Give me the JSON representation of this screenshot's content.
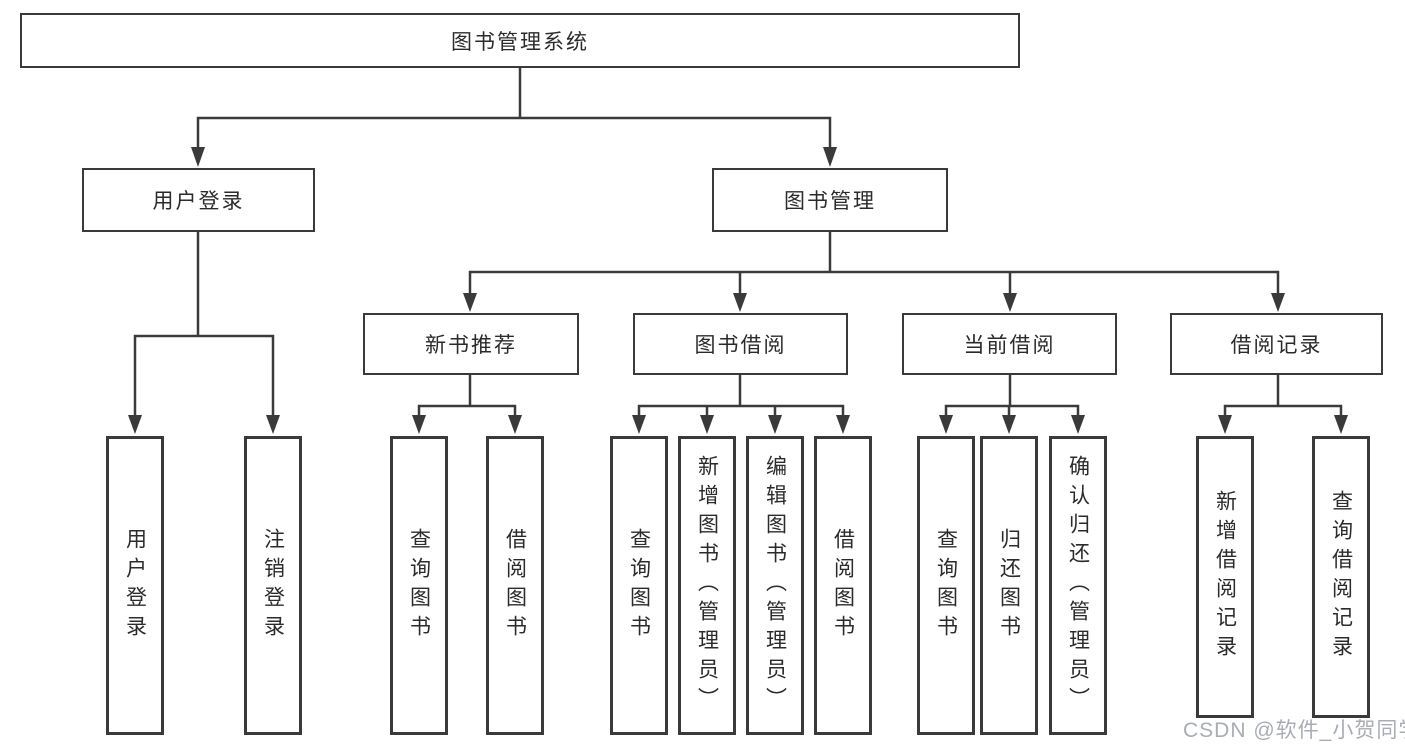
{
  "tree": {
    "label": "图书管理系统",
    "children": [
      {
        "label": "用户登录",
        "children": [
          {
            "label": "用户登录"
          },
          {
            "label": "注销登录"
          }
        ]
      },
      {
        "label": "图书管理",
        "children": [
          {
            "label": "新书推荐",
            "children": [
              {
                "label": "查询图书"
              },
              {
                "label": "借阅图书"
              }
            ]
          },
          {
            "label": "图书借阅",
            "children": [
              {
                "label": "查询图书"
              },
              {
                "label": "新增图书（管理员）"
              },
              {
                "label": "编辑图书（管理员）"
              },
              {
                "label": "借阅图书"
              }
            ]
          },
          {
            "label": "当前借阅",
            "children": [
              {
                "label": "查询图书"
              },
              {
                "label": "归还图书"
              },
              {
                "label": "确认归还（管理员）"
              }
            ]
          },
          {
            "label": "借阅记录",
            "children": [
              {
                "label": "新增借阅记录"
              },
              {
                "label": "查询借阅记录"
              }
            ]
          }
        ]
      }
    ]
  },
  "watermark": {
    "text": "CSDN @软件_小贺同学"
  },
  "colors": {
    "line": "#3a3a3a",
    "box_border": "#3a3a3a",
    "box_fill": "#ffffff",
    "text": "#2b2b2b",
    "watermark": "#a9adb3"
  }
}
